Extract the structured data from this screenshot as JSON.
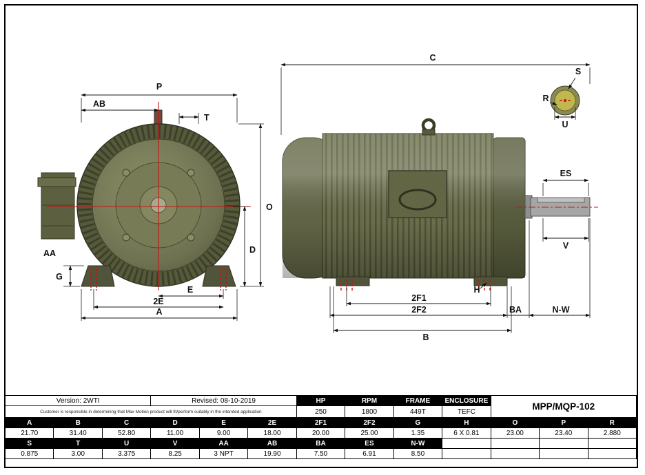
{
  "model": "MPP/MQP-102",
  "meta": {
    "version": "Version: 2WTI",
    "revised": "Revised: 08-10-2019",
    "disclaimer": "Customer is responsible in determining that Max Motion product will fit/perform suitably in the intended application"
  },
  "specs": {
    "hp_label": "HP",
    "rpm_label": "RPM",
    "frame_label": "FRAME",
    "enclosure_label": "ENCLOSURE",
    "hp": "250",
    "rpm": "1800",
    "frame": "449T",
    "enclosure": "TEFC"
  },
  "dims1": {
    "headers": [
      "A",
      "B",
      "C",
      "D",
      "E",
      "2E",
      "2F1",
      "2F2",
      "G",
      "H",
      "O",
      "P",
      "R"
    ],
    "values": [
      "21.70",
      "31.40",
      "52.80",
      "11.00",
      "9.00",
      "18.00",
      "20.00",
      "25.00",
      "1.35",
      "6 X 0.81",
      "23.00",
      "23.40",
      "2.880"
    ]
  },
  "dims2": {
    "headers": [
      "S",
      "T",
      "U",
      "V",
      "AA",
      "AB",
      "BA",
      "ES",
      "N-W"
    ],
    "values": [
      "0.875",
      "3.00",
      "3.375",
      "8.25",
      "3 NPT",
      "19.90",
      "7.50",
      "6.91",
      "8.50"
    ]
  },
  "labels": {
    "P": "P",
    "AB": "AB",
    "T": "T",
    "O": "O",
    "D": "D",
    "E": "E",
    "2E": "2E",
    "A": "A",
    "AA": "AA",
    "G": "G",
    "C": "C",
    "S": "S",
    "R": "R",
    "U": "U",
    "ES": "ES",
    "V": "V",
    "H": "H",
    "2F1": "2F1",
    "2F2": "2F2",
    "BA": "BA",
    "NW": "N-W",
    "B": "B"
  },
  "colors": {
    "motor_olive": "#6d7150",
    "accent_red": "#c81414",
    "table_header_bg": "#000000"
  }
}
